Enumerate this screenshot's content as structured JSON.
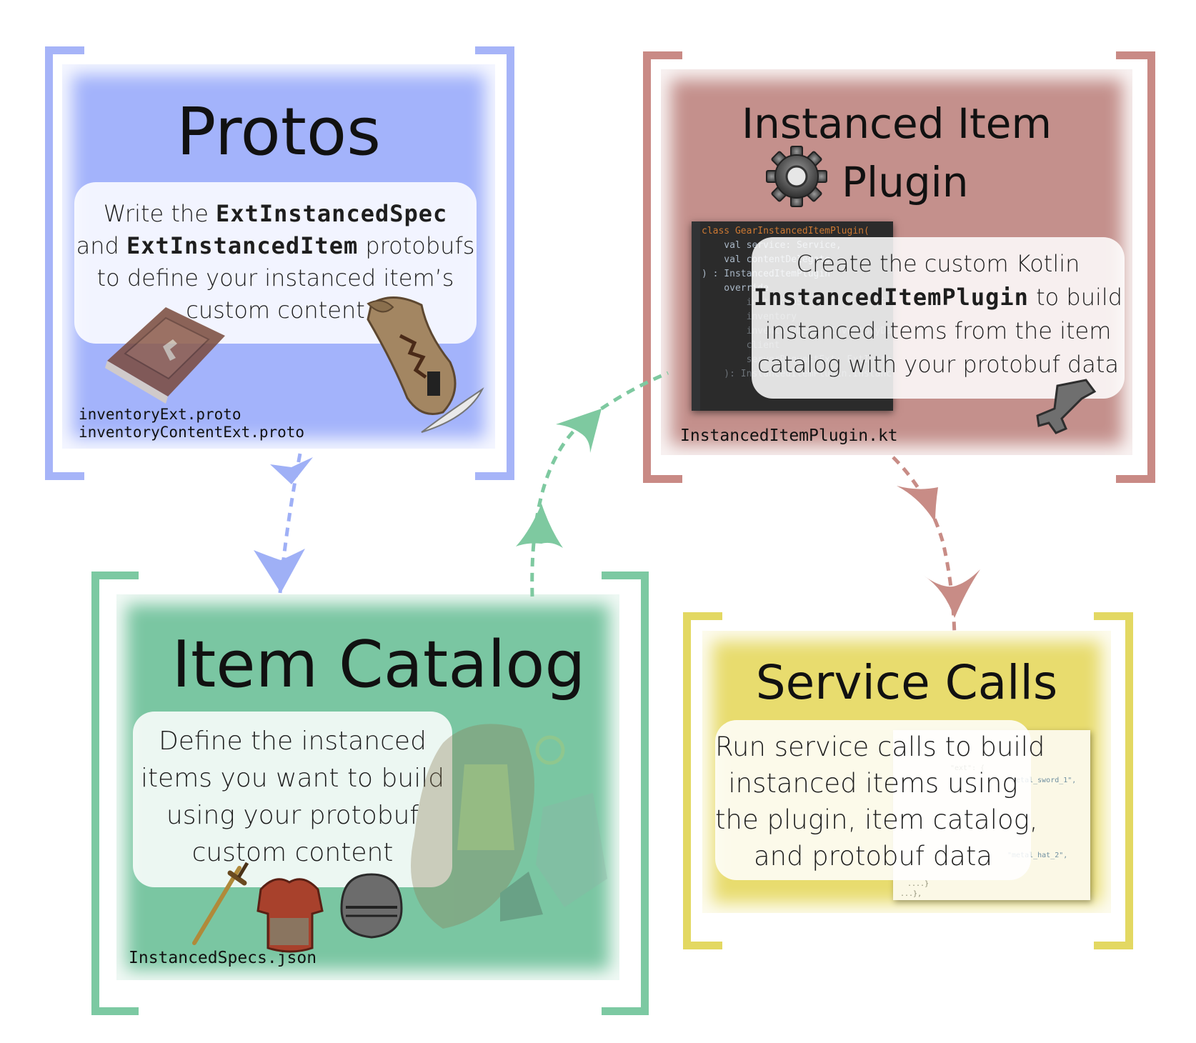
{
  "protos": {
    "title": "Protos",
    "desc_line1_pre": "Write the ",
    "desc_line1_code": "ExtInstancedSpec",
    "desc_line2_pre": "and ",
    "desc_line2_code": "ExtInstancedItem",
    "desc_line2_post": " protobufs",
    "desc_line3": "to define your instanced item’s",
    "desc_line4": "custom content",
    "file1": "inventoryExt.proto",
    "file2": "inventoryContentExt.proto",
    "color": "#a3b3fb",
    "icons": [
      "book-icon",
      "scroll-icon"
    ]
  },
  "plugin": {
    "title_line1": "Instanced Item",
    "title_line2": "Plugin",
    "desc_line1": "Create the custom Kotlin",
    "desc_line2_code": "InstancedItemPlugin",
    "desc_line2_post": " to build",
    "desc_line3": "instanced items from the item",
    "desc_line4": "catalog with your protobuf data",
    "file": "InstancedItemPlugin.kt",
    "color": "#c4908c",
    "icons": [
      "gear-icon",
      "wrench-icon"
    ],
    "code_lines": [
      "class GearInstancedItemPlugin(",
      "    val service: Service,",
      "    val contentDelegate",
      ") : InstancedItemPlugin",
      "",
      "    override",
      "        instancedSpec: InventoryExt",
      "        inventory",
      "        inventoryData: InventoryData",
      "        client",
      "        serverRequestExt: ExtInsta",
      "    ): InstancedItemPlugin.Instanc"
    ]
  },
  "catalog": {
    "title": "Item Catalog",
    "desc_line1": "Define the instanced",
    "desc_line2": "items you want to build",
    "desc_line3": "using your protobuf",
    "desc_line4": "custom content",
    "file": "InstancedSpecs.json",
    "color": "#7ac6a2",
    "icons": [
      "sword-icon",
      "armor-icon",
      "helmet-icon",
      "equipment-pile-icon"
    ]
  },
  "service": {
    "title": "Service Calls",
    "desc_line1": "Run service calls to build",
    "desc_line2": "instanced items using",
    "desc_line3": "the plugin, item catalog,",
    "desc_line4": "and protobuf data",
    "color": "#e8dc6e",
    "json_snippets": [
      "\"metal_sword_1\",",
      "\"metal_hat_2\","
    ]
  },
  "colors": {
    "blue_bracket": "#a6b4f8",
    "red_bracket": "#c98a85",
    "green_bracket": "#7cc9a2",
    "yellow_bracket": "#e3d862",
    "blue_arrow": "#9fb0f6",
    "red_arrow": "#c88c86",
    "green_arrow": "#7ec9a0"
  }
}
